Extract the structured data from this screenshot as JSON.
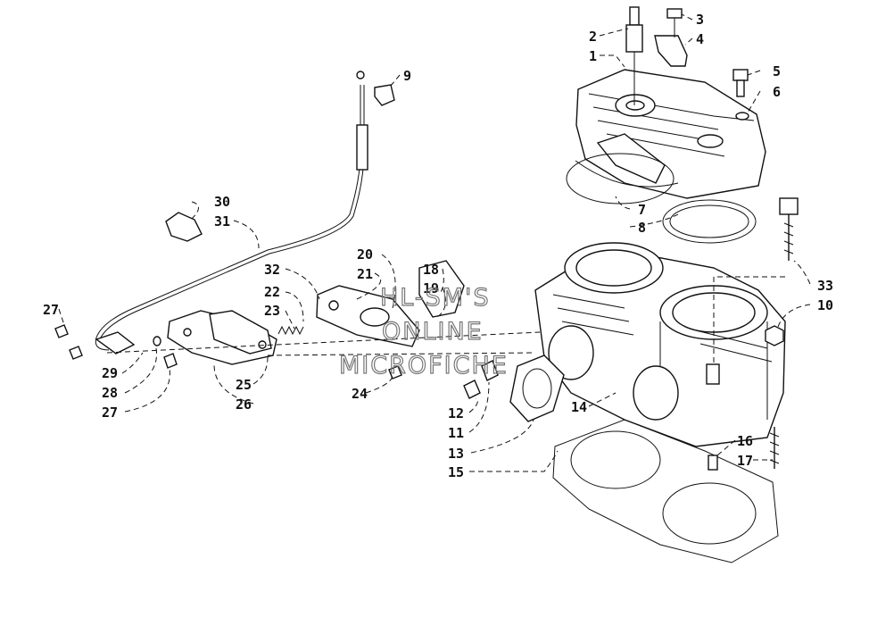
{
  "watermark": {
    "line1": "HL-SM'S",
    "line2": "ONLINE",
    "line3": "MICROFICHE"
  },
  "callouts": [
    "1",
    "2",
    "3",
    "4",
    "5",
    "6",
    "7",
    "8",
    "9",
    "10",
    "11",
    "12",
    "13",
    "14",
    "15",
    "16",
    "17",
    "18",
    "19",
    "20",
    "21",
    "22",
    "23",
    "24",
    "25",
    "26",
    "27",
    "27",
    "28",
    "29",
    "30",
    "31",
    "32",
    "33"
  ]
}
